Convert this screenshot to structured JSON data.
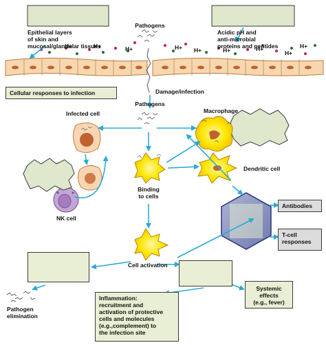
{
  "labels": {
    "epithelial": "Epithelial layers\nof skin and\nmucosal/glandular tissues",
    "pathogens_top": "Pathogens",
    "acidic": "Acidic pH and\nanti-microbial\nproteins and peptides",
    "cellular_responses": "Cellular responses to infection",
    "damage": "Damage/infection",
    "pathogens_mid": "Pathogens",
    "infected_cell": "Infected cell",
    "macrophage": "Macrophage",
    "dendritic_cell": "Dendritic cell",
    "binding": "Binding\nto cells",
    "nk_cell": "NK cell",
    "antibodies": "Antibodies",
    "tcell": "T-cell\nresponses",
    "cell_activation": "Cell activation",
    "systemic": "Systemic\neffects\n(e.g., fever)",
    "inflammation_title": "Inflammation:",
    "inflammation_body": "recruitment and\nactivation of protective\ncells and molecules\n(e.g.,complement) to\nthe infection site",
    "pathogen_elimination": "Pathogen\nelimination",
    "h_plus": "H+"
  },
  "colors": {
    "arrow": "#29a9d8",
    "epithelium": "#f6d7b0",
    "nucleus": "#c0622f",
    "yellow_cell": "#ffe600",
    "green_box": "#e8efd4",
    "gray_box": "#dcdcdc",
    "nk_cell": "#c4a6d6",
    "hexagon": "#8e97c4"
  }
}
